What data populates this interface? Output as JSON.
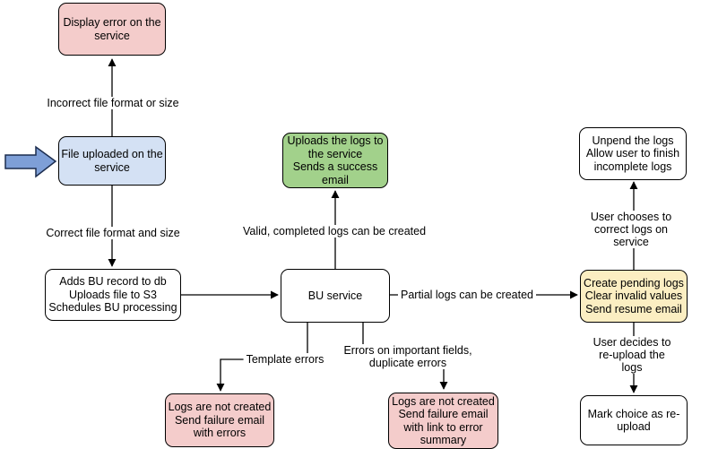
{
  "diagram": {
    "nodes": {
      "display_error": "Display error on the\nservice",
      "file_uploaded": "File uploaded on the\nservice",
      "adds_bu": "Adds BU record to db\nUploads file to S3\nSchedules BU processing",
      "bu_service": "BU service",
      "uploads_logs": "Uploads the logs to\nthe service\nSends a success\nemail",
      "create_pending": "Create pending logs\nClear invalid values\nSend resume email",
      "unpend": "Unpend the logs\nAllow user to finish\nincomplete logs",
      "mark_choice": "Mark choice as re-\nupload",
      "logs_failure_errors": "Logs are not created\nSend failure email\nwith errors",
      "logs_failure_summary": "Logs are not created\nSend failure email\nwith link to error\nsummary"
    },
    "edge_labels": {
      "incorrect_file": "Incorrect file format or size",
      "correct_file": "Correct file format and size",
      "valid_logs": "Valid, completed logs can be created",
      "partial_logs": "Partial logs can be created",
      "template_errors": "Template errors",
      "field_errors": "Errors on important fields,\nduplicate errors",
      "user_corrects": "User chooses to correct logs on service",
      "user_reuploads": "User decides to re-upload the logs"
    },
    "colors": {
      "node_pink": "#f4cccb",
      "node_blue": "#d4e1f4",
      "node_green": "#a2d18b",
      "node_yellow": "#fbeec2",
      "node_white": "#ffffff",
      "edge_stroke": "#000000",
      "entry_arrow_fill": "#7e9fd7",
      "entry_arrow_stroke": "#1c2d4f"
    }
  }
}
